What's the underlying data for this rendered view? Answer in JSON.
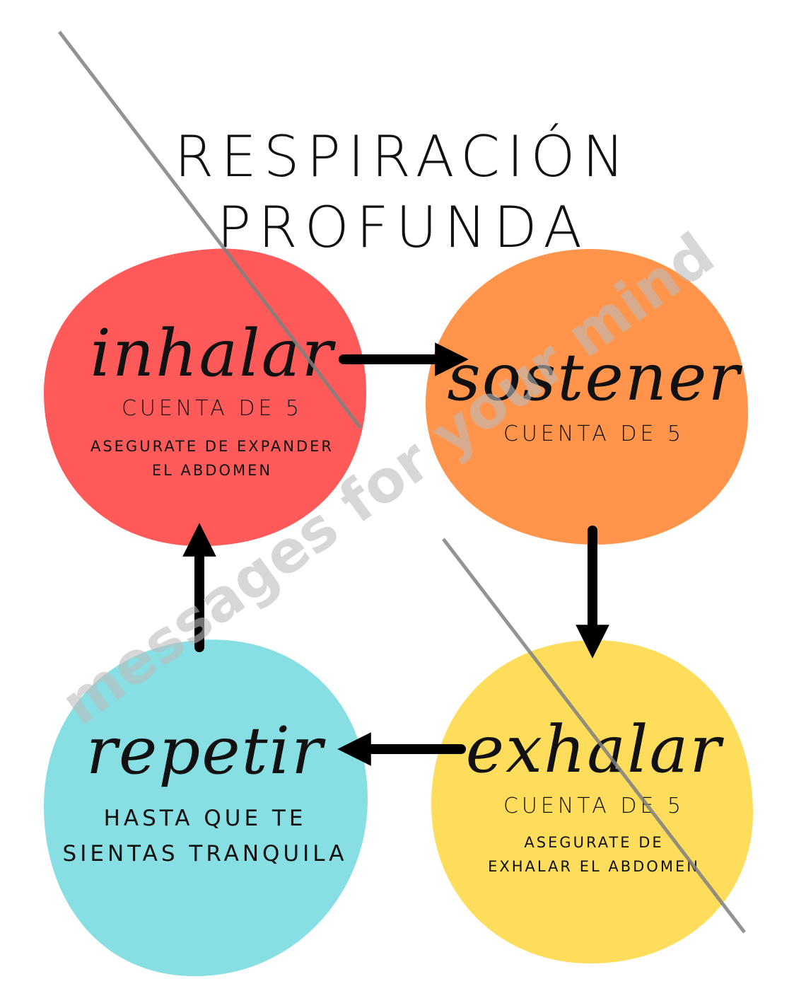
{
  "title": "RESPIRACIÓN PROFUNDA",
  "watermark": "messages for your mind",
  "steps": {
    "inhalar": {
      "label": "inhalar",
      "count": "CUENTA DE 5",
      "note_line1": "ASEGURATE DE EXPANDER",
      "note_line2": "EL ABDOMEN",
      "color": "#FF5A5A"
    },
    "sostener": {
      "label": "sostener",
      "count": "CUENTA DE 5",
      "color": "#FF944A"
    },
    "exhalar": {
      "label": "exhalar",
      "count": "CUENTA DE 5",
      "note_line1": "ASEGURATE DE",
      "note_line2": "EXHALAR EL ABDOMEN",
      "color": "#FFDD5C"
    },
    "repetir": {
      "label": "repetir",
      "detail_line1": "HASTA QUE TE",
      "detail_line2": "SIENTAS TRANQUILA",
      "color": "#87DFE3"
    }
  },
  "colors": {
    "arrow": "#000000",
    "text": "#111111",
    "slash": "#808080"
  }
}
